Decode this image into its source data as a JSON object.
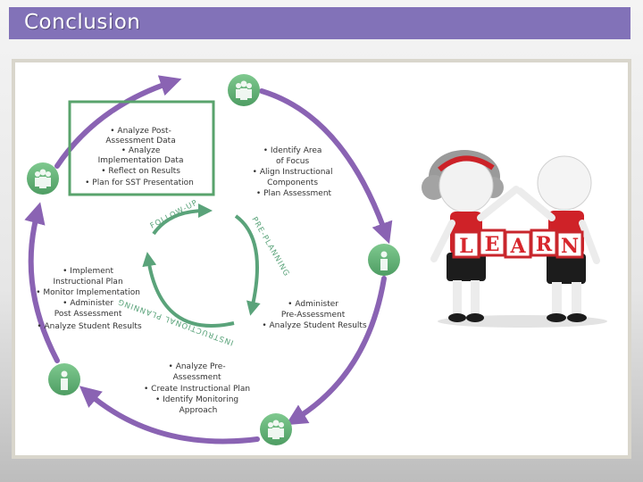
{
  "header": {
    "title": "Conclusion"
  },
  "diagram": {
    "colors": {
      "header": "#8272b8",
      "outer_arc": "#8a63b3",
      "inner_arc": "#5aa37a",
      "box": "#59a36c"
    },
    "stages": [
      {
        "id": "follow-up",
        "lines": [
          "• Analyze Post-",
          "Assessment Data",
          "• Analyze",
          "Implementation Data",
          "• Reflect on Results",
          "• Plan for SST Presentation"
        ]
      },
      {
        "id": "pre-planning",
        "lines": [
          "• Identify Area",
          "of Focus",
          "• Align Instructional",
          "Components",
          "• Plan Assessment"
        ]
      },
      {
        "id": "pre-assessment",
        "lines": [
          "• Administer",
          "Pre-Assessment",
          "• Analyze Student Results"
        ]
      },
      {
        "id": "planning",
        "lines": [
          "• Analyze Pre-",
          "Assessment",
          "• Create Instructional Plan",
          "• Identify Monitoring",
          "Approach"
        ]
      },
      {
        "id": "implementation",
        "lines": [
          "• Implement",
          "Instructional Plan",
          "• Monitor Implementation",
          "• Administer",
          "Post Assessment",
          "• Analyze Student Results"
        ]
      }
    ],
    "inner_labels": {
      "follow_up": "FOLLOW-UP",
      "pre_planning": "PRE-PLANNING",
      "instructional_planning": "INSTRUCTIONAL PLANNING"
    }
  },
  "illustration": {
    "letters": [
      "L",
      "E",
      "A",
      "R",
      "N"
    ]
  }
}
